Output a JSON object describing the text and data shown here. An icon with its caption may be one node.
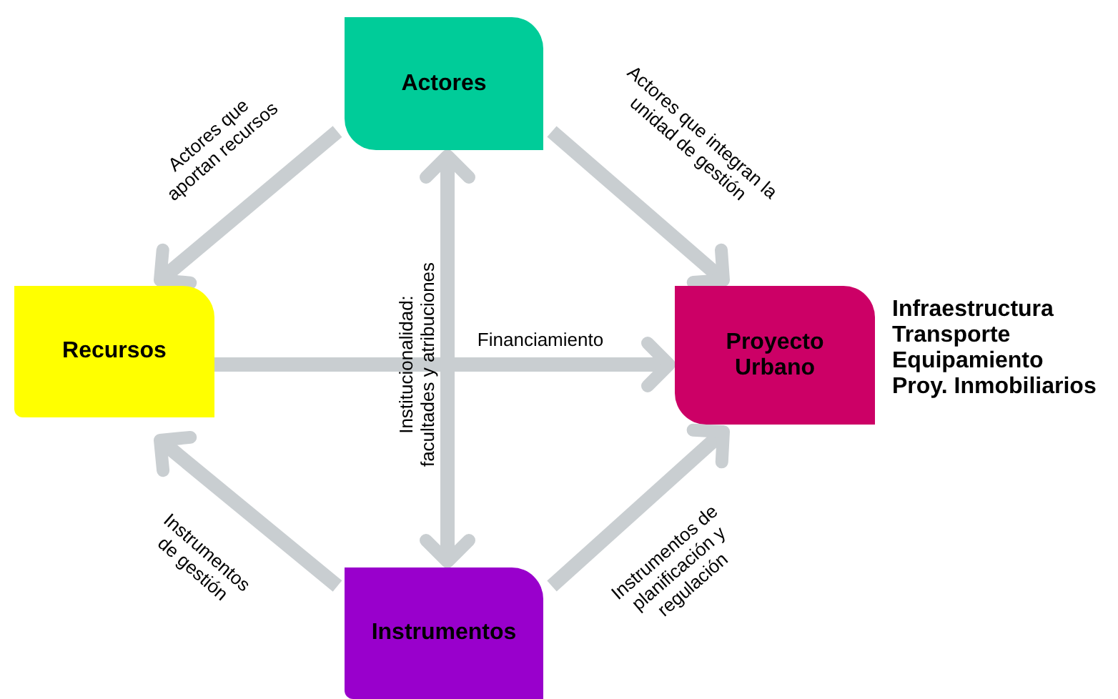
{
  "diagram": {
    "nodes": [
      {
        "text": [
          "Actores"
        ]
      },
      {
        "text": [
          "Recursos"
        ]
      },
      {
        "text": [
          "Proyecto Urbano"
        ],
        "beside": [
          "Infraestructura",
          "Transporte",
          "Equipamiento",
          "Proy. Inmobiliarios"
        ]
      },
      {
        "text": [
          "Instrumentos"
        ]
      }
    ],
    "edges": [
      {
        "from": 0,
        "to": 1,
        "arrow": "to",
        "label": "Actores que aportan recursos"
      },
      {
        "from": 0,
        "to": 2,
        "arrow": "to",
        "label": "Actores que integran la unidad de gestión"
      },
      {
        "from": 1,
        "to": 2,
        "arrow": "to",
        "label": "Financiamiento"
      },
      {
        "from": 0,
        "to": 3,
        "arrow": "both",
        "label": "Institucionalidad: facultades y atribuciones"
      },
      {
        "from": 3,
        "to": 1,
        "arrow": "to",
        "label": "Instrumentos de gestión"
      },
      {
        "from": 3,
        "to": 2,
        "arrow": "to",
        "label": "Instrumentos de planificación y regulación"
      }
    ]
  }
}
